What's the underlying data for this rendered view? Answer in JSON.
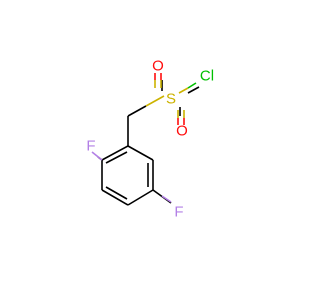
{
  "molecule": {
    "atoms": {
      "F_top": {
        "label": "F",
        "color": "#b380e6"
      },
      "F_right": {
        "label": "F",
        "color": "#b380e6"
      },
      "S": {
        "label": "S",
        "color": "#ccb300"
      },
      "O_left": {
        "label": "O",
        "color": "#ff0d0d"
      },
      "O_right": {
        "label": "O",
        "color": "#ff0d0d"
      },
      "Cl": {
        "label": "Cl",
        "color": "#00c000"
      }
    },
    "bond_color": "#000000"
  }
}
